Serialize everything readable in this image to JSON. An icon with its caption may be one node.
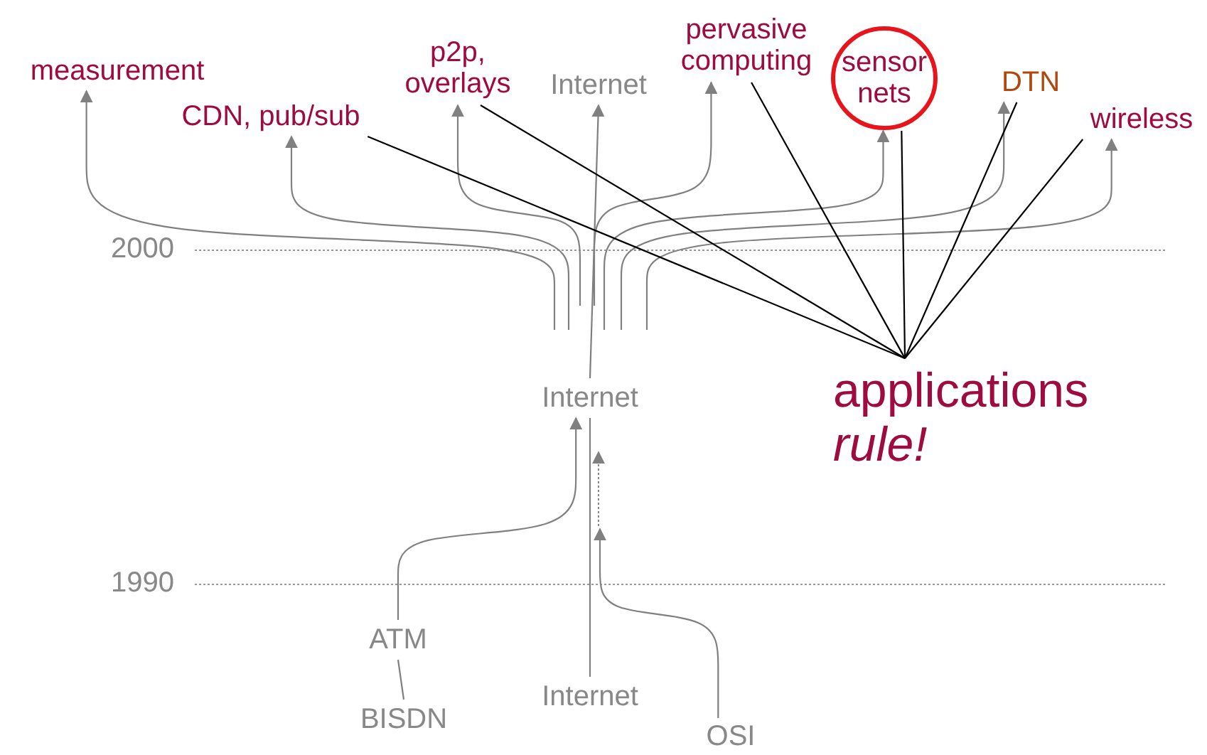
{
  "diagram": {
    "nodes": [
      {
        "text": [
          "measurement"
        ]
      },
      {
        "text": [
          "CDN, pub/sub"
        ]
      },
      {
        "text": [
          "p2p, overlays"
        ]
      },
      {
        "text": [
          "Internet"
        ]
      },
      {
        "text": [
          "pervasive computing"
        ]
      },
      {
        "text": [
          "sensor nets"
        ]
      },
      {
        "text": [
          "DTN"
        ]
      },
      {
        "text": [
          "wireless"
        ]
      },
      {
        "text": [
          "Internet"
        ]
      },
      {
        "text": [
          "applications *rule!*"
        ]
      },
      {
        "text": [
          "ATM"
        ]
      },
      {
        "text": [
          "BISDN"
        ]
      },
      {
        "text": [
          "Internet"
        ]
      },
      {
        "text": [
          "OSI"
        ]
      }
    ],
    "edges": [
      {
        "from": null,
        "to": 0,
        "arrow": "to"
      },
      {
        "from": null,
        "to": 1,
        "arrow": "to"
      },
      {
        "from": null,
        "to": 2,
        "arrow": "to"
      },
      {
        "from": 12,
        "to": 8,
        "arrow": "none"
      },
      {
        "from": 8,
        "to": 3,
        "arrow": "to"
      },
      {
        "from": null,
        "to": 4,
        "arrow": "to"
      },
      {
        "from": null,
        "to": 5,
        "arrow": "to"
      },
      {
        "from": null,
        "to": 6,
        "arrow": "to"
      },
      {
        "from": null,
        "to": 7,
        "arrow": "to"
      },
      {
        "from": 10,
        "to": 8,
        "arrow": "to"
      },
      {
        "from": 13,
        "to": null,
        "arrow": "to"
      },
      {
        "from": 10,
        "to": 11,
        "arrow": "none"
      },
      {
        "from": 9,
        "to": 1,
        "arrow": "none",
        "color": "#000000"
      },
      {
        "from": 9,
        "to": 2,
        "arrow": "none",
        "color": "#000000"
      },
      {
        "from": 9,
        "to": 4,
        "arrow": "none",
        "color": "#000000"
      },
      {
        "from": 9,
        "to": 5,
        "arrow": "none",
        "color": "#000000"
      },
      {
        "from": 9,
        "to": 6,
        "arrow": "none",
        "color": "#000000"
      },
      {
        "from": 9,
        "to": 7,
        "arrow": "none",
        "color": "#000000"
      }
    ],
    "labels": [
      "2000",
      "1990"
    ]
  }
}
